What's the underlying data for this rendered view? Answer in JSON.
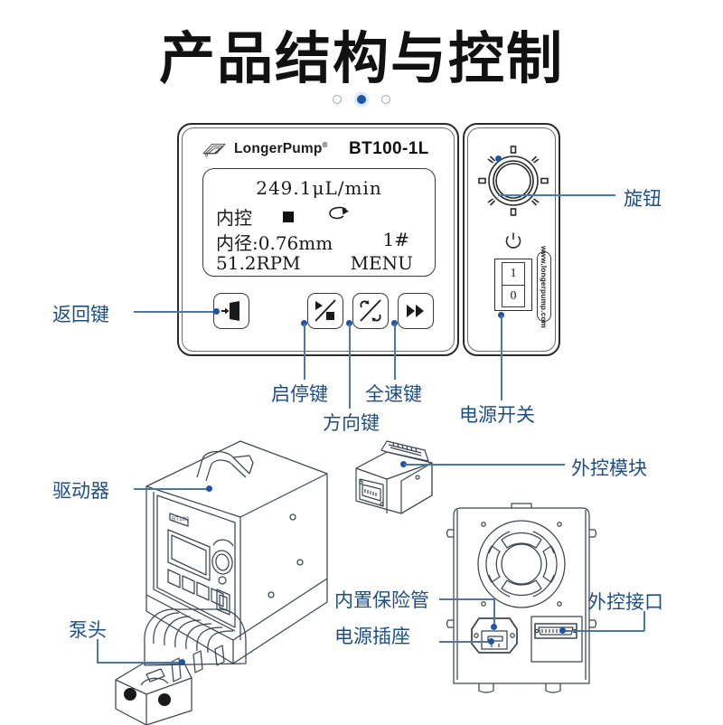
{
  "header": {
    "title": "产品结构与控制",
    "dots": [
      {
        "active": false
      },
      {
        "active": true
      },
      {
        "active": false
      }
    ],
    "accent_color": "#1b55a8"
  },
  "device": {
    "brand": "LongerPump",
    "brand_registered": "®",
    "model": "BT100-1L",
    "website": "www.longerpump.com",
    "lcd": {
      "flow_rate": "249.1μL/min",
      "mode": "内控",
      "status_square": "■",
      "direction_icon": "rotate-arrow-icon",
      "inner_diameter": "内径:0.76mm",
      "channel": "1#",
      "rpm": "51.2RPM",
      "menu": "MENU"
    },
    "buttons": [
      {
        "name": "return-key",
        "icon": "exit-door-icon"
      },
      {
        "name": "start-stop-key",
        "icon": "play-stop-icon"
      },
      {
        "name": "direction-key",
        "icon": "direction-toggle-icon"
      },
      {
        "name": "full-speed-key",
        "icon": "fast-forward-icon"
      }
    ],
    "knob": {
      "icon": "rotary-knob-icon"
    },
    "power_symbol": "⏻",
    "rocker_switch": {
      "on": "1",
      "off": "0"
    }
  },
  "annotations": {
    "knob": "旋钮",
    "return_key": "返回键",
    "start_stop_key": "启停键",
    "full_speed_key": "全速键",
    "direction_key": "方向键",
    "power_switch": "电源开关",
    "driver": "驱动器",
    "pump_head": "泵头",
    "external_module": "外控模块",
    "built_in_fuse": "内置保险管",
    "power_socket": "电源插座",
    "external_port": "外控接口"
  },
  "colors": {
    "line": "#4c78a8",
    "label": "#1d4e87",
    "outline": "#2b2b2b",
    "drawing": "#3c4652"
  }
}
